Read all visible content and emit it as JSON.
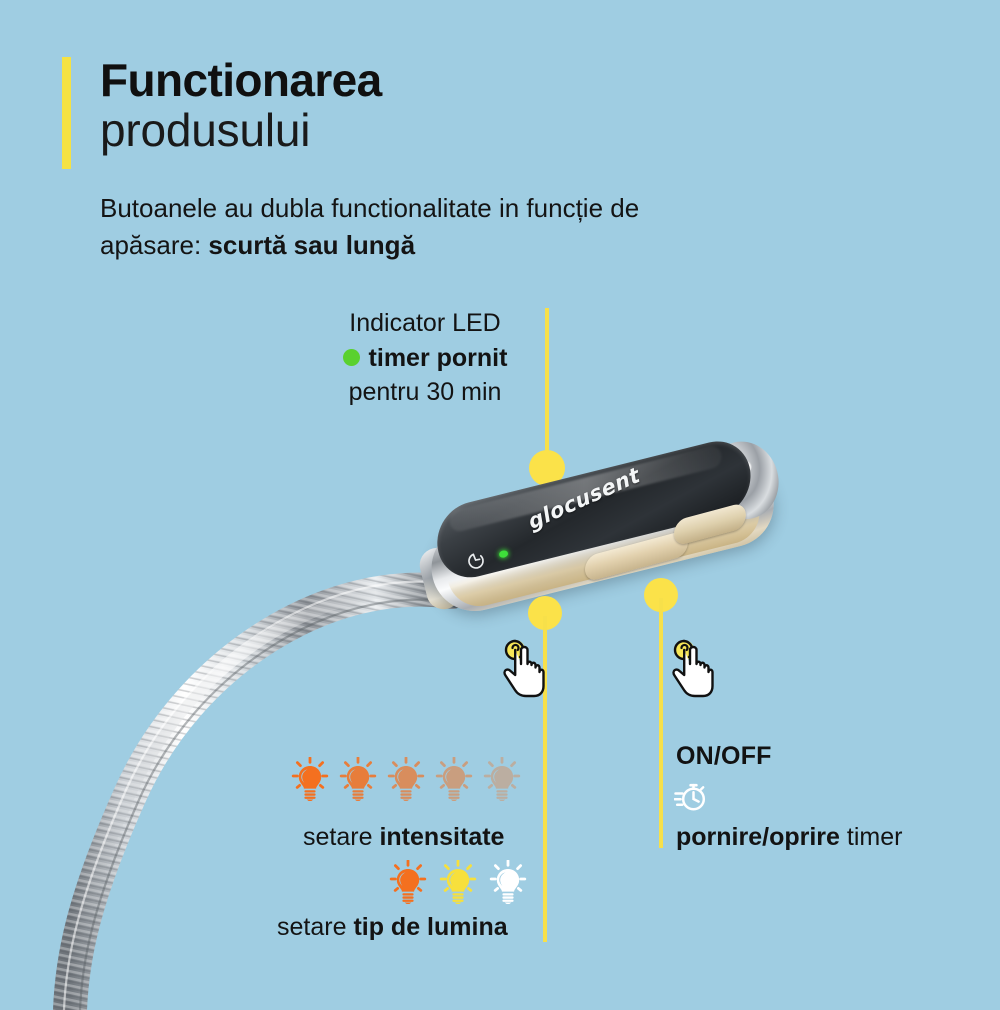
{
  "page": {
    "background_color": "#9fcde2",
    "accent_yellow": "#f5e243",
    "led_green": "#5ad12f",
    "orange": "#f4701f",
    "yellow_bulb": "#f7e03c",
    "white_bulb": "#ffffff"
  },
  "header": {
    "title_line1": "Functionarea",
    "title_line2": "produsului",
    "subtitle_line1": "Butoanele au dubla functionalitate in funcție de",
    "subtitle_prefix2": "apăsare: ",
    "subtitle_bold2": "scurtă sau lungă"
  },
  "led_callout": {
    "line1": "Indicator LED",
    "line2_bold": "timer pornit",
    "line3": "pentru 30 min",
    "dot_icon": "green-dot-icon"
  },
  "device": {
    "brand": "glocusent",
    "led_icon": "green-led-indicator",
    "timer_icon": "timer-icon",
    "button_long_name": "brightness-button",
    "button_short_name": "power-button"
  },
  "left_callout": {
    "tap_icon": "tap-hand-icon",
    "intensity": {
      "prefix": "setare ",
      "bold": "intensitate",
      "bulbs": [
        {
          "name": "bulb-level-5",
          "color": "#f4701f",
          "opacity": 1.0
        },
        {
          "name": "bulb-level-4",
          "color": "#f4701f",
          "opacity": 0.85
        },
        {
          "name": "bulb-level-3",
          "color": "#f4701f",
          "opacity": 0.68
        },
        {
          "name": "bulb-level-2",
          "color": "#f4701f",
          "opacity": 0.5
        },
        {
          "name": "bulb-level-1",
          "color": "#f4701f",
          "opacity": 0.33
        }
      ]
    },
    "light_type": {
      "prefix": "setare ",
      "bold": "tip de lumina",
      "bulbs": [
        {
          "name": "bulb-warm",
          "color": "#f4701f",
          "opacity": 1.0
        },
        {
          "name": "bulb-neutral",
          "color": "#f7e03c",
          "opacity": 1.0
        },
        {
          "name": "bulb-cool",
          "color": "#ffffff",
          "opacity": 1.0
        }
      ]
    }
  },
  "right_callout": {
    "tap_icon": "tap-hand-icon",
    "onoff_label": "ON/OFF",
    "stopwatch_icon": "stopwatch-icon",
    "timer_prefix_bold": "pornire/oprire",
    "timer_suffix": " timer"
  }
}
